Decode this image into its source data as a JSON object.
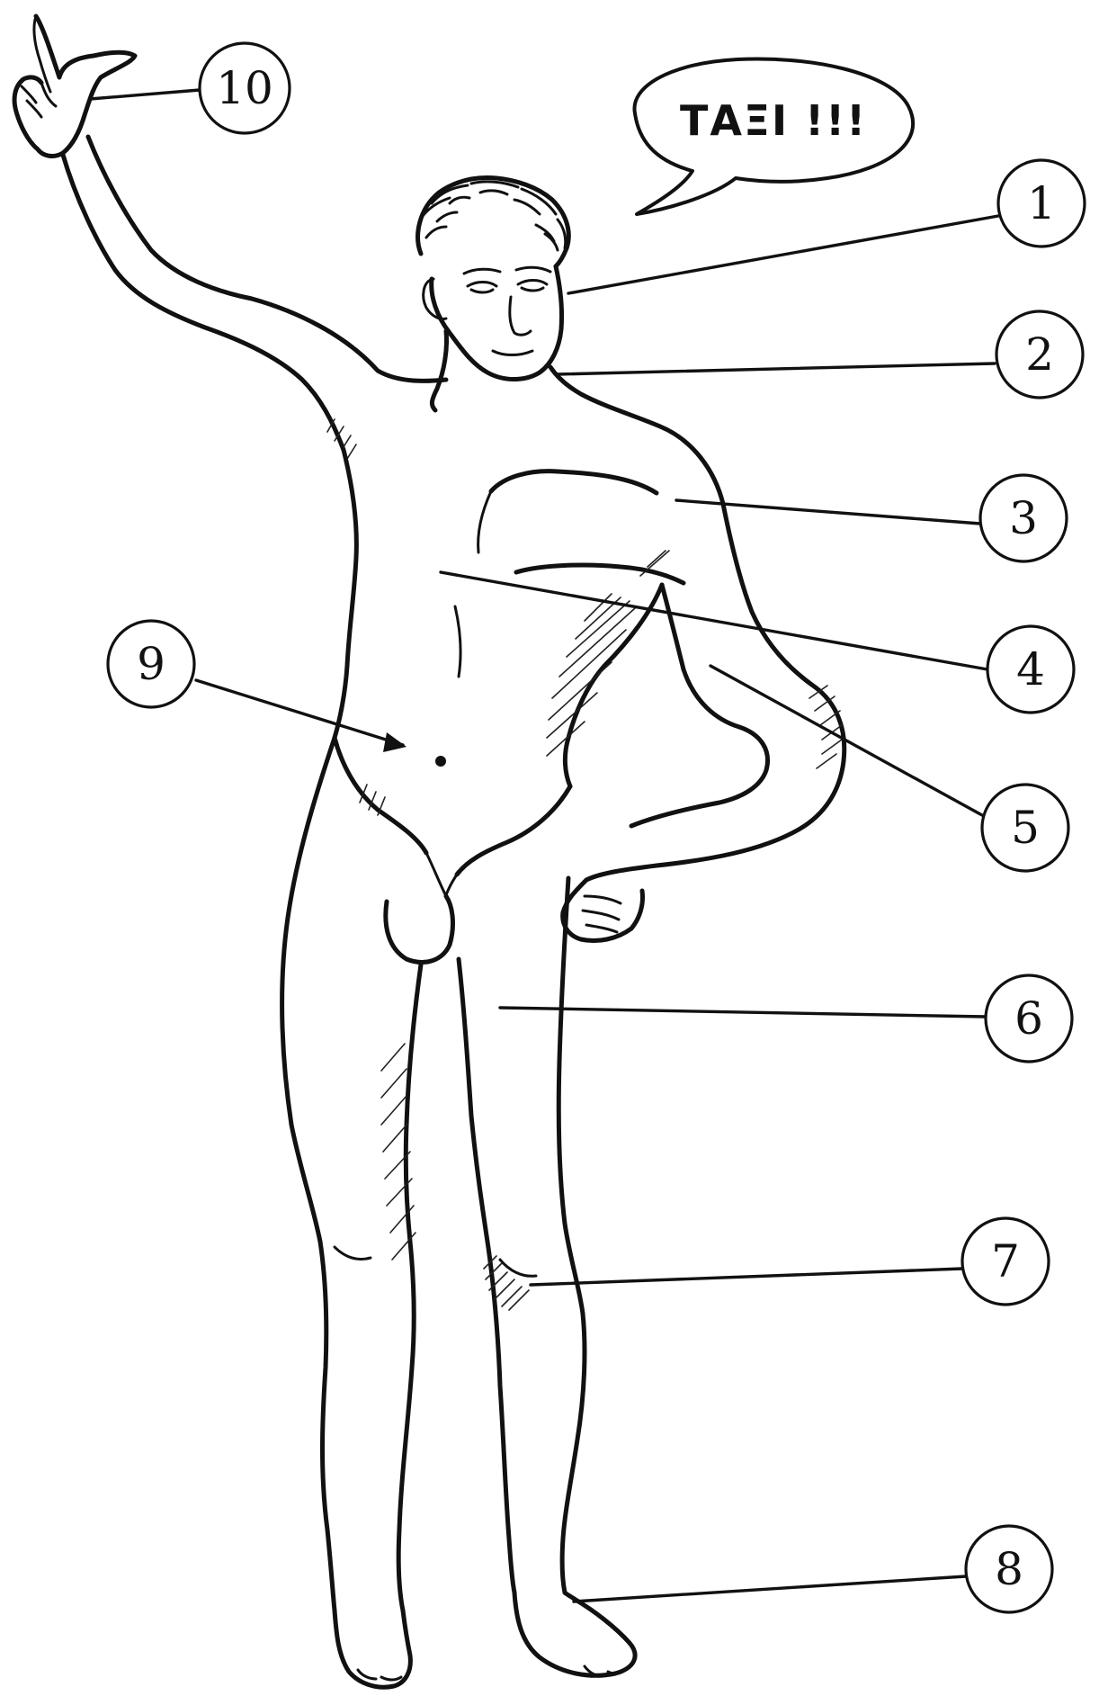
{
  "speech_bubble": {
    "text": "ΤΑΞΙ !!!"
  },
  "callouts": [
    {
      "label": "1"
    },
    {
      "label": "2"
    },
    {
      "label": "3"
    },
    {
      "label": "4"
    },
    {
      "label": "5"
    },
    {
      "label": "6"
    },
    {
      "label": "7"
    },
    {
      "label": "8"
    },
    {
      "label": "9"
    },
    {
      "label": "10"
    }
  ],
  "colors": {
    "ink": "#111111",
    "paper": "#ffffff"
  }
}
